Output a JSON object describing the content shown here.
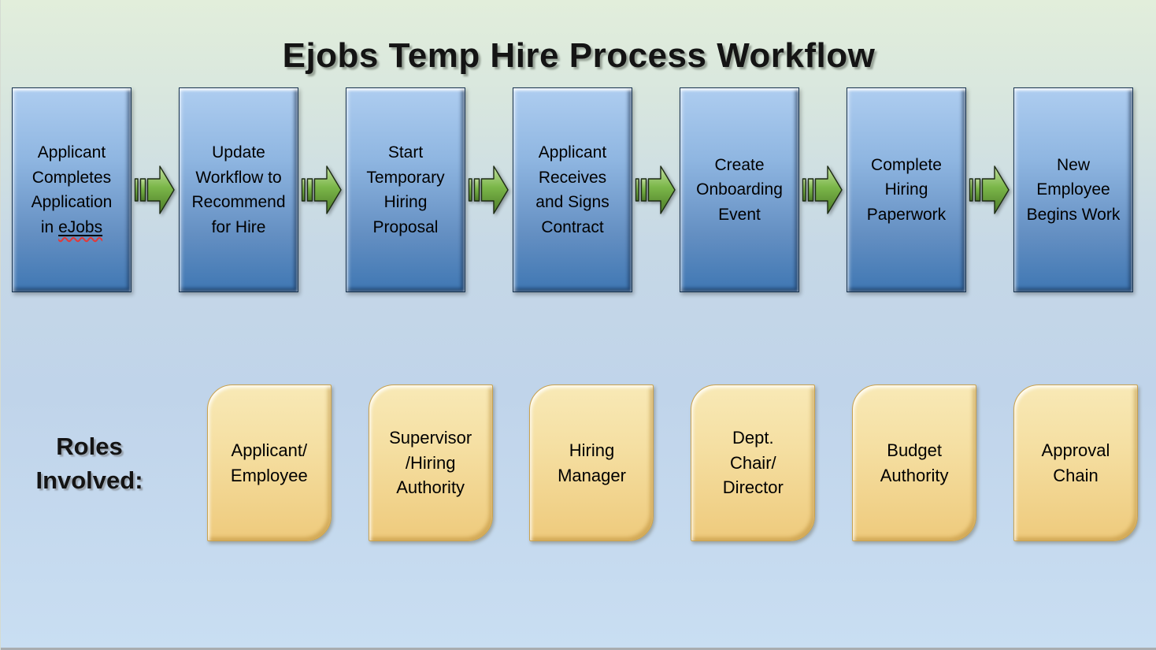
{
  "title": "Ejobs Temp Hire Process Workflow",
  "workflow": {
    "steps": [
      {
        "text": "Applicant\nCompletes\nApplication\nin",
        "highlight": "eJobs"
      },
      {
        "text": "Update\nWorkflow to\nRecommend\nfor Hire"
      },
      {
        "text": "Start\nTemporary\nHiring\nProposal"
      },
      {
        "text": "Applicant\nReceives\nand Signs\nContract"
      },
      {
        "text": "Create\nOnboarding\nEvent"
      },
      {
        "text": "Complete\nHiring\nPaperwork"
      },
      {
        "text": "New\nEmployee\nBegins Work"
      }
    ]
  },
  "roles": {
    "heading": "Roles\nInvolved:",
    "items": [
      {
        "text": "Applicant/\nEmployee"
      },
      {
        "text": "Supervisor\n/Hiring\nAuthority"
      },
      {
        "text": "Hiring\nManager"
      },
      {
        "text": "Dept.\nChair/\nDirector"
      },
      {
        "text": "Budget\nAuthority"
      },
      {
        "text": "Approval\nChain"
      }
    ]
  },
  "colors": {
    "background_top": "#e2eedb",
    "background_bottom": "#c9def2",
    "step_box_top": "#aecdf0",
    "step_box_bottom": "#3f77b3",
    "arrow_green_light": "#b8da92",
    "arrow_green_dark": "#4c7a28",
    "role_box_top": "#f8e9b6",
    "role_box_bottom": "#eeca7c",
    "text": "#000000"
  }
}
